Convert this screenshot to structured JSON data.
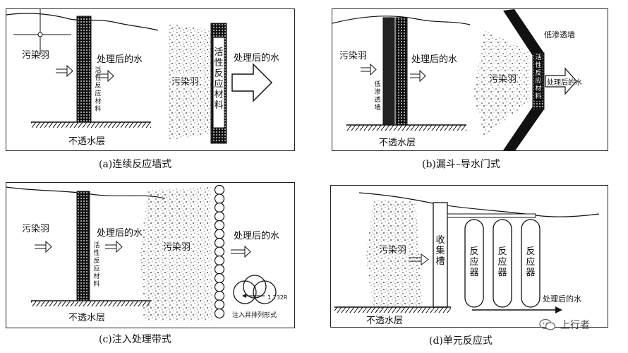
{
  "panel_a": {
    "caption": "(a)连续反应墙式",
    "plume": "污染羽",
    "treated_1": "处理后的水",
    "wall_text": "活性反应材料",
    "plume_2": "污染羽",
    "cross_section_text": "活性反应材料",
    "treated_2": "处理后的水",
    "aquitard": "不透水层"
  },
  "panel_b": {
    "caption": "(b)漏斗–导水门式",
    "plume": "污染羽",
    "low_perm_text": "低渗透墙",
    "treated_1": "处理后的水",
    "low_perm_label": "低渗透墙",
    "plume_2": "污染羽",
    "gate_text": "活性反应材料",
    "treated_2": "处理后的水",
    "aquitard": "不透水层"
  },
  "panel_c": {
    "caption": "(c)注入处理带式",
    "plume": "污染羽",
    "treated_1": "处理后的水",
    "wall_text": "活性反应材料",
    "plume_2": "污染羽",
    "treated_2": "处理后的水",
    "formula": "1.732R",
    "well_caption": "注入井排列形式",
    "aquitard": "不透水层"
  },
  "panel_d": {
    "caption": "(d)单元反应式",
    "plume": "污染羽",
    "trough": "收集槽",
    "reactor_1": "反应器",
    "reactor_2": "反应器",
    "reactor_3": "反应器",
    "treated": "处理后的水",
    "aquitard": "不透水层"
  },
  "watermark": {
    "text": "上行者",
    "icon": "wechat-icon"
  }
}
